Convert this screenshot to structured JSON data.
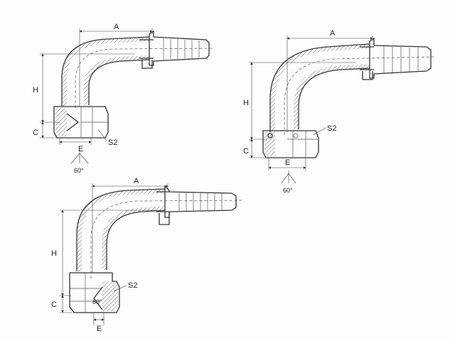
{
  "drawings": [
    {
      "labels": {
        "a": "A",
        "h": "H",
        "c": "C",
        "e": "E",
        "s2": "S2",
        "angle": "60°"
      }
    },
    {
      "labels": {
        "a": "A",
        "h": "H",
        "c": "C",
        "e": "E",
        "s2": "S2",
        "angle": "60°"
      }
    },
    {
      "labels": {
        "a": "A",
        "h": "H",
        "c": "C",
        "e": "E",
        "s2": "S2",
        "angle": "60°"
      }
    }
  ]
}
